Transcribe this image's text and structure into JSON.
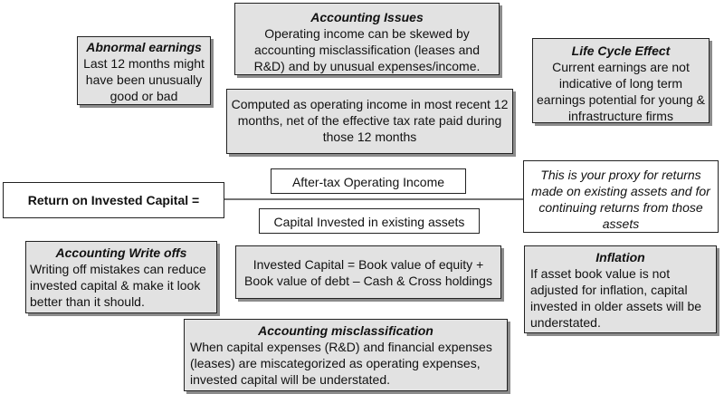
{
  "accounting_issues": {
    "title": "Accounting Issues",
    "body": "Operating income can be skewed by accounting misclassification (leases and R&D) and by unusual expenses/income."
  },
  "abnormal_earnings": {
    "title": "Abnormal earnings",
    "body": "Last 12 months might have been unusually good or bad"
  },
  "life_cycle": {
    "title": "Life Cycle Effect",
    "body": "Current earnings are not indicative of long term earnings potential for young & infrastructure firms"
  },
  "computed_note": "Computed as operating income in most recent 12 months, net of the effective tax rate paid during those 12 months",
  "formula": {
    "label": "Return on Invested Capital =",
    "numerator": "After-tax Operating Income",
    "denominator": "Capital Invested in existing assets"
  },
  "proxy_note": "This is your proxy for returns made on existing assets and for continuing returns from those assets",
  "write_offs": {
    "title": "Accounting Write offs",
    "body": "Writing off mistakes can reduce invested capital & make it look better than it should."
  },
  "invested_capital_def": "Invested Capital = Book value of equity + Book value of debt – Cash & Cross holdings",
  "inflation": {
    "title": "Inflation",
    "body": "If asset book value is not adjusted for inflation, capital invested in older assets will be understated."
  },
  "misclassification": {
    "title": "Accounting misclassification",
    "body": "When capital expenses (R&D) and financial expenses (leases) are miscategorized as operating expenses, invested capital will be understated."
  }
}
